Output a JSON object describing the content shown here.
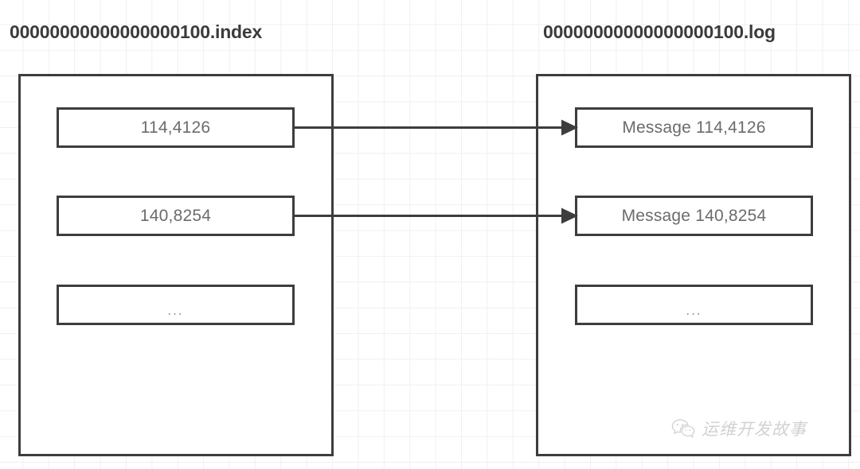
{
  "diagram": {
    "title_left": "00000000000000000100.index",
    "title_right": "00000000000000000100.log",
    "index_panel": {
      "name": "index-file-panel",
      "entries": [
        {
          "label": "114,4126"
        },
        {
          "label": "140,8254"
        },
        {
          "label": "..."
        }
      ]
    },
    "log_panel": {
      "name": "log-file-panel",
      "entries": [
        {
          "label": "Message 114,4126"
        },
        {
          "label": "Message 140,8254"
        },
        {
          "label": "..."
        }
      ]
    },
    "arrows": [
      {
        "name": "arrow-index-0-to-log-0",
        "from": "114,4126",
        "to": "Message 114,4126"
      },
      {
        "name": "arrow-index-1-to-log-1",
        "from": "140,8254",
        "to": "Message 140,8254"
      }
    ]
  },
  "watermark": {
    "text": "运维开发故事",
    "icon": "wechat-icon"
  },
  "colors": {
    "border": "#3d3d3d",
    "entry_text": "#6b6b6b",
    "title_text": "#3b3b3b",
    "grid_line": "#f0f0f0",
    "background": "#ffffff",
    "watermark_text": "#9a9a9a"
  }
}
